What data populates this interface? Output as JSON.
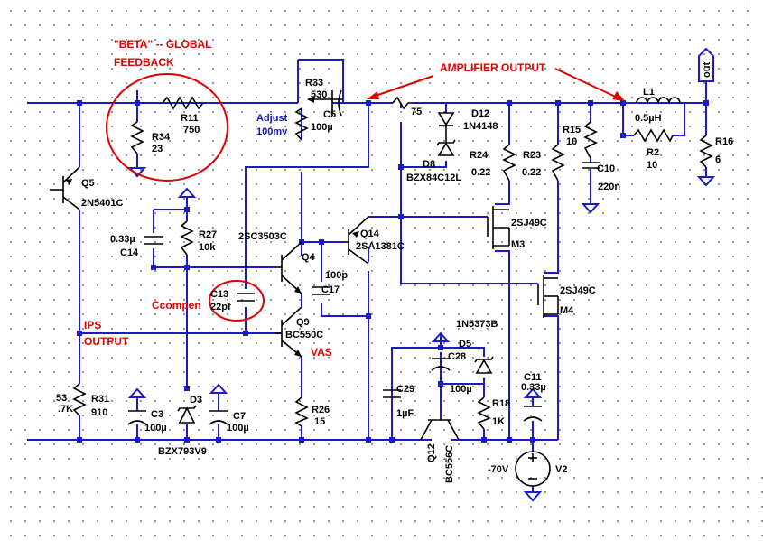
{
  "annotations": {
    "beta_line1": "\"BETA\" -- GLOBAL",
    "beta_line2": "FEEDBACK",
    "amp_output": "AMPLIFIER OUTPUT",
    "ccompen": "Ccompen",
    "ips_line1": "IPS",
    "ips_line2": "OUTPUT",
    "vas": "VAS",
    "adjust_line1": "Adjust",
    "adjust_line2": "100mv"
  },
  "components": {
    "R34": {
      "name": "R34",
      "value": "23"
    },
    "R11": {
      "name": "R11",
      "value": "750"
    },
    "R33": {
      "name": "R33",
      "value": "530"
    },
    "C5": {
      "name": "C5",
      "value": "100µ"
    },
    "R75": {
      "value": "75"
    },
    "D12": {
      "name": "D12",
      "value": "1N4148"
    },
    "D8": {
      "name": "D8",
      "value": "BZX84C12L"
    },
    "R15": {
      "name": "R15",
      "value": "10"
    },
    "C10": {
      "name": "C10",
      "value": "220n"
    },
    "L1": {
      "name": "L1",
      "value": "0.5µH"
    },
    "R2": {
      "name": "R2",
      "value": "10"
    },
    "R16": {
      "name": "R16",
      "value": "6"
    },
    "R24": {
      "name": "R24",
      "value": "0.22"
    },
    "R23": {
      "name": "R23",
      "value": "0.22"
    },
    "Q5": {
      "name": "Q5",
      "value": "2N5401C"
    },
    "C14": {
      "name": "C14",
      "value": "0.33µ"
    },
    "R27": {
      "name": "R27",
      "value": "10k"
    },
    "Q4": {
      "name": "Q4",
      "value": "2SC3503C"
    },
    "Q14": {
      "name": "Q14",
      "value": "2SA1381C"
    },
    "M3": {
      "name": "M3",
      "value": "2SJ49C"
    },
    "M4": {
      "name": "M4",
      "value": "2SJ49C"
    },
    "C17": {
      "name": "C17",
      "value": "100p"
    },
    "C13": {
      "name": "C13",
      "value": "22pf"
    },
    "Q9": {
      "name": "Q9",
      "value": "BC550C"
    },
    "D5": {
      "name": "D5",
      "value": "1N5373B"
    },
    "C28": {
      "name": "C28",
      "value": "100µ"
    },
    "C29": {
      "name": "C29",
      "value": "1µF"
    },
    "R18": {
      "name": "R18",
      "value": "1K"
    },
    "C11": {
      "name": "C11",
      "value": "0.33µ"
    },
    "R31": {
      "name": "R31",
      "value": "910",
      "partial_text": "53",
      "partial_text2": ".7K"
    },
    "C3": {
      "name": "C3",
      "value": "100µ"
    },
    "D3": {
      "name": "D3",
      "value": "BZX793V9"
    },
    "C7": {
      "name": "C7",
      "value": "100µ"
    },
    "R26": {
      "name": "R26",
      "value": "15"
    },
    "Q12": {
      "name": "Q12",
      "value": "BC556C"
    },
    "V2": {
      "name": "V2",
      "value": "-70V"
    }
  },
  "net_labels": {
    "out": "out"
  },
  "colors": {
    "wire": "#1a1ac8",
    "component": "#000000",
    "annotation": "#e00000",
    "grid_dot": "#7a7a7a"
  }
}
